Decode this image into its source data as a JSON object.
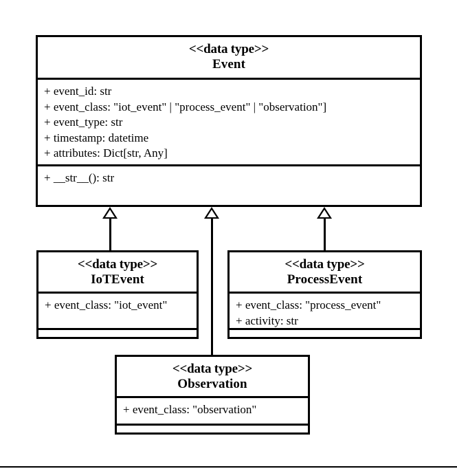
{
  "diagram": {
    "kind": "uml-class-diagram",
    "title": "Event",
    "stereotype": "<<data type>>",
    "colors": {
      "background": "#ffffff",
      "stroke": "#000000",
      "text": "#000000"
    },
    "classes": [
      {
        "id": "event",
        "stereotype": "<<data type>>",
        "name": "Event",
        "attributes": [
          "+ event_id: str",
          "+ event_class: \"iot_event\" | \"process_event\" | \"observation\"]",
          "+ event_type: str",
          "+ timestamp: datetime",
          "+ attributes: Dict[str, Any]"
        ],
        "operations": [
          "+ __str__(): str"
        ]
      },
      {
        "id": "iotevent",
        "stereotype": "<<data type>>",
        "name": "IoTEvent",
        "attributes": [
          "+ event_class: \"iot_event\""
        ],
        "operations": []
      },
      {
        "id": "processevent",
        "stereotype": "<<data type>>",
        "name": "ProcessEvent",
        "attributes": [
          "+ event_class: \"process_event\"",
          "+ activity: str"
        ],
        "operations": []
      },
      {
        "id": "observation",
        "stereotype": "<<data type>>",
        "name": "Observation",
        "attributes": [
          "+ event_class: \"observation\""
        ],
        "operations": []
      }
    ],
    "relationships": [
      {
        "type": "generalization",
        "from": "IoTEvent",
        "to": "Event"
      },
      {
        "type": "generalization",
        "from": "Observation",
        "to": "Event"
      },
      {
        "type": "generalization",
        "from": "ProcessEvent",
        "to": "Event"
      }
    ]
  }
}
